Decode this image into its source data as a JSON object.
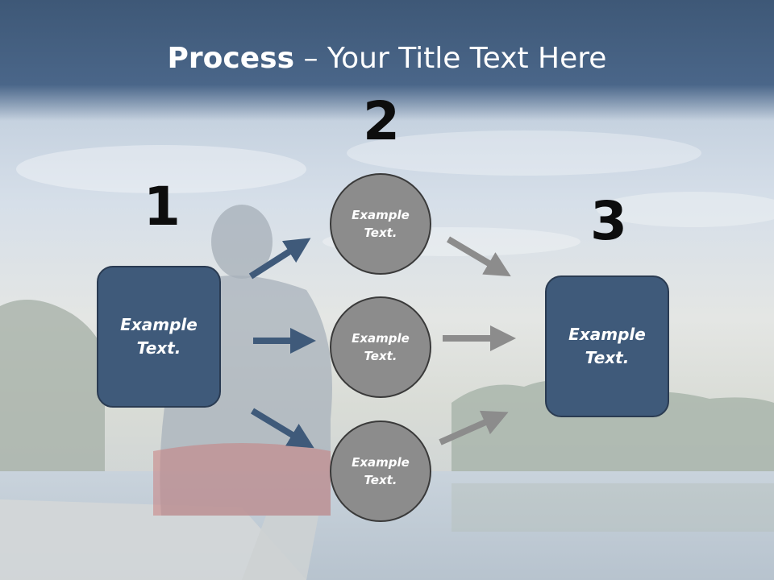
{
  "title": {
    "bold": "Process",
    "rest": " – Your Title Text Here"
  },
  "step_numbers": [
    "1",
    "2",
    "3"
  ],
  "left_box": {
    "line1": "Example",
    "line2": "Text."
  },
  "circles": [
    {
      "line1": "Example",
      "line2": "Text."
    },
    {
      "line1": "Example",
      "line2": "Text."
    },
    {
      "line1": "Example",
      "line2": "Text."
    }
  ],
  "right_box": {
    "line1": "Example",
    "line2": "Text."
  },
  "colors": {
    "title_band": "#3e5877",
    "box_fill": "#3f5a7a",
    "circle_fill": "#8c8c8c",
    "arrow_blue": "#3f5a7a",
    "arrow_gray": "#8c8c8c"
  }
}
